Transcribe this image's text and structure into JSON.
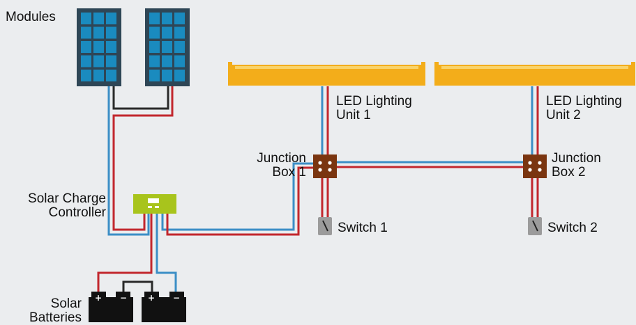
{
  "labels": {
    "modules": "Modules",
    "led_unit_1": [
      "LED Lighting",
      "Unit 1"
    ],
    "led_unit_2": [
      "LED Lighting",
      "Unit 2"
    ],
    "junction_box_1": [
      "Junction",
      "Box 1"
    ],
    "junction_box_2": [
      "Junction",
      "Box 2"
    ],
    "charge_controller": [
      "Solar Charge",
      "Controller"
    ],
    "switch_1": "Switch 1",
    "switch_2": "Switch 2",
    "batteries": [
      "Solar",
      "Batteries"
    ],
    "plus_sign": "+",
    "minus_sign": "−"
  },
  "colors": {
    "background": "#ebedef",
    "panel_frame": "#2e4656",
    "panel_cell": "#1a8bbf",
    "led_tube": "#f3ad1a",
    "led_highlight": "#f9d36a",
    "wire_blue": "#3b8ec6",
    "wire_red": "#c2272d",
    "wire_dark": "#2a2a2a",
    "controller": "#a8c41c",
    "junction_box": "#7a3510",
    "switch": "#9b9b9b",
    "battery": "#111111"
  },
  "icons": [
    "solar-panel-icon",
    "led-tube-icon",
    "junction-box-icon",
    "switch-icon",
    "charge-controller-icon",
    "battery-icon"
  ]
}
